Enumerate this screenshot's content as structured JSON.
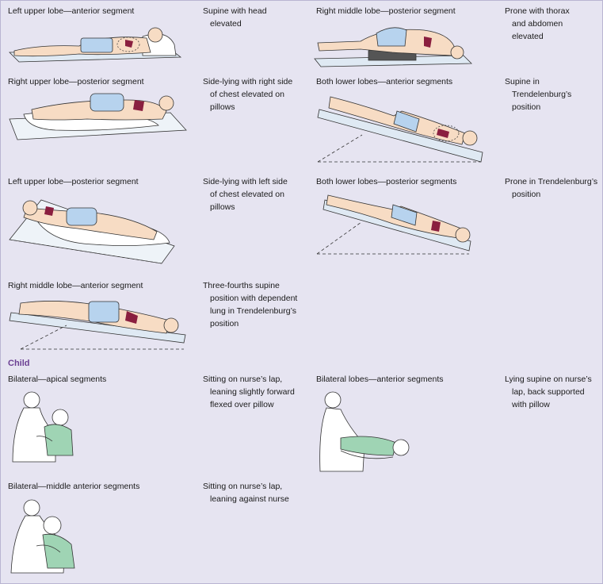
{
  "positions": [
    {
      "label": "Left upper lobe—anterior segment",
      "desc": [
        "Supine with head",
        "elevated"
      ],
      "figure": "supine-head-elevated-illustration"
    },
    {
      "label": "Right middle lobe—posterior segment",
      "desc": [
        "Prone with thorax",
        "and abdomen",
        "elevated"
      ],
      "figure": "prone-elevated-illustration"
    },
    {
      "label": "Right upper lobe—posterior segment",
      "desc": [
        "Side-lying with right side",
        "of chest elevated on",
        "pillows"
      ],
      "figure": "side-lying-right-illustration"
    },
    {
      "label": "Both lower lobes—anterior segments",
      "desc": [
        "Supine in",
        "Trendelenburg’s",
        "position"
      ],
      "figure": "supine-trendelenburg-illustration"
    },
    {
      "label": "Left upper lobe—posterior segment",
      "desc": [
        "Side-lying with left side",
        "of chest elevated on",
        "pillows"
      ],
      "figure": "side-lying-left-illustration"
    },
    {
      "label": "Both lower lobes—posterior segments",
      "desc": [
        "Prone in Trendelenburg’s",
        "position"
      ],
      "figure": "prone-trendelenburg-illustration"
    },
    {
      "label": "Right middle lobe—anterior segment",
      "desc": [
        "Three-fourths supine",
        "position with dependent",
        "lung in Trendelenburg’s",
        "position"
      ],
      "figure": "three-fourths-supine-illustration"
    }
  ],
  "child_heading": "Child",
  "child_positions": [
    {
      "label": "Bilateral—apical segments",
      "desc": [
        "Sitting on nurse’s lap,",
        "leaning slightly forward",
        "flexed over pillow"
      ],
      "figure": "child-leaning-forward-illustration"
    },
    {
      "label": "Bilateral lobes—anterior segments",
      "desc": [
        "Lying supine on nurse’s",
        "lap, back supported",
        "with pillow"
      ],
      "figure": "child-supine-lap-illustration"
    },
    {
      "label": "Bilateral—middle anterior segments",
      "desc": [
        "Sitting on nurse’s lap,",
        "leaning against nurse"
      ],
      "figure": "child-leaning-back-illustration"
    }
  ],
  "colors": {
    "background": "#e6e4f1",
    "skin": "#f7dcc4",
    "garment": "#b7d3ee",
    "lung_highlight": "#8a1f3f",
    "pillow": "#ffffff",
    "child_garment": "#9fd4b4",
    "heading": "#6b3f93",
    "outline": "#333333"
  }
}
